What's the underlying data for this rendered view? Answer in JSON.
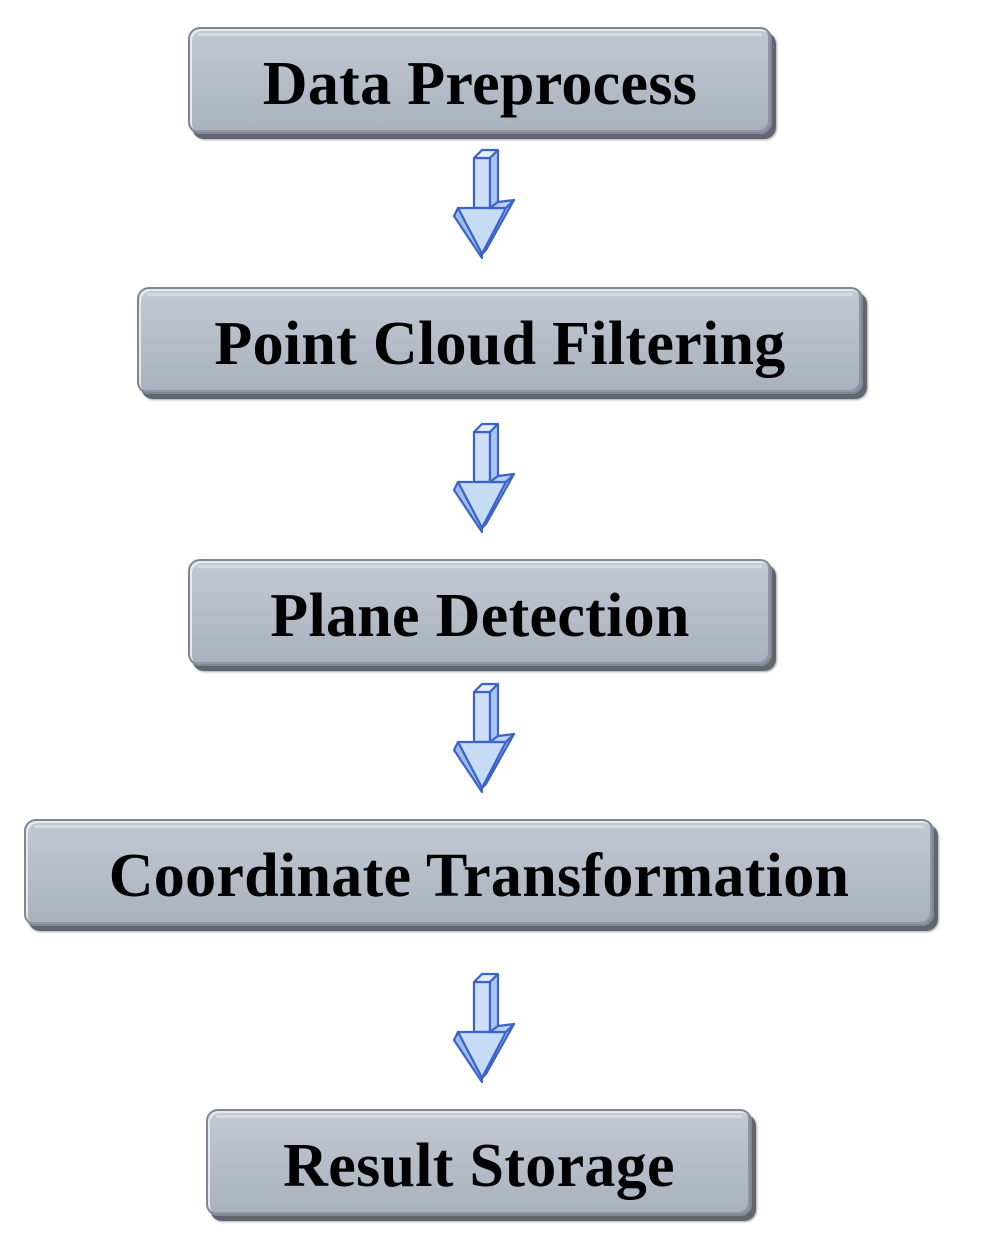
{
  "flowchart": {
    "steps": [
      {
        "label": "Data Preprocess"
      },
      {
        "label": "Point Cloud Filtering"
      },
      {
        "label": "Plane Detection"
      },
      {
        "label": "Coordinate Transformation"
      },
      {
        "label": "Result Storage"
      }
    ],
    "colors": {
      "box_fill": "#b7bfcb",
      "box_border": "#7e8793",
      "box_shadow": "#5f6670",
      "arrow_fill": "#c6dcf5",
      "arrow_stroke": "#3c63c9",
      "text": "#000000"
    },
    "connector_icon": "down-arrow-icon"
  }
}
